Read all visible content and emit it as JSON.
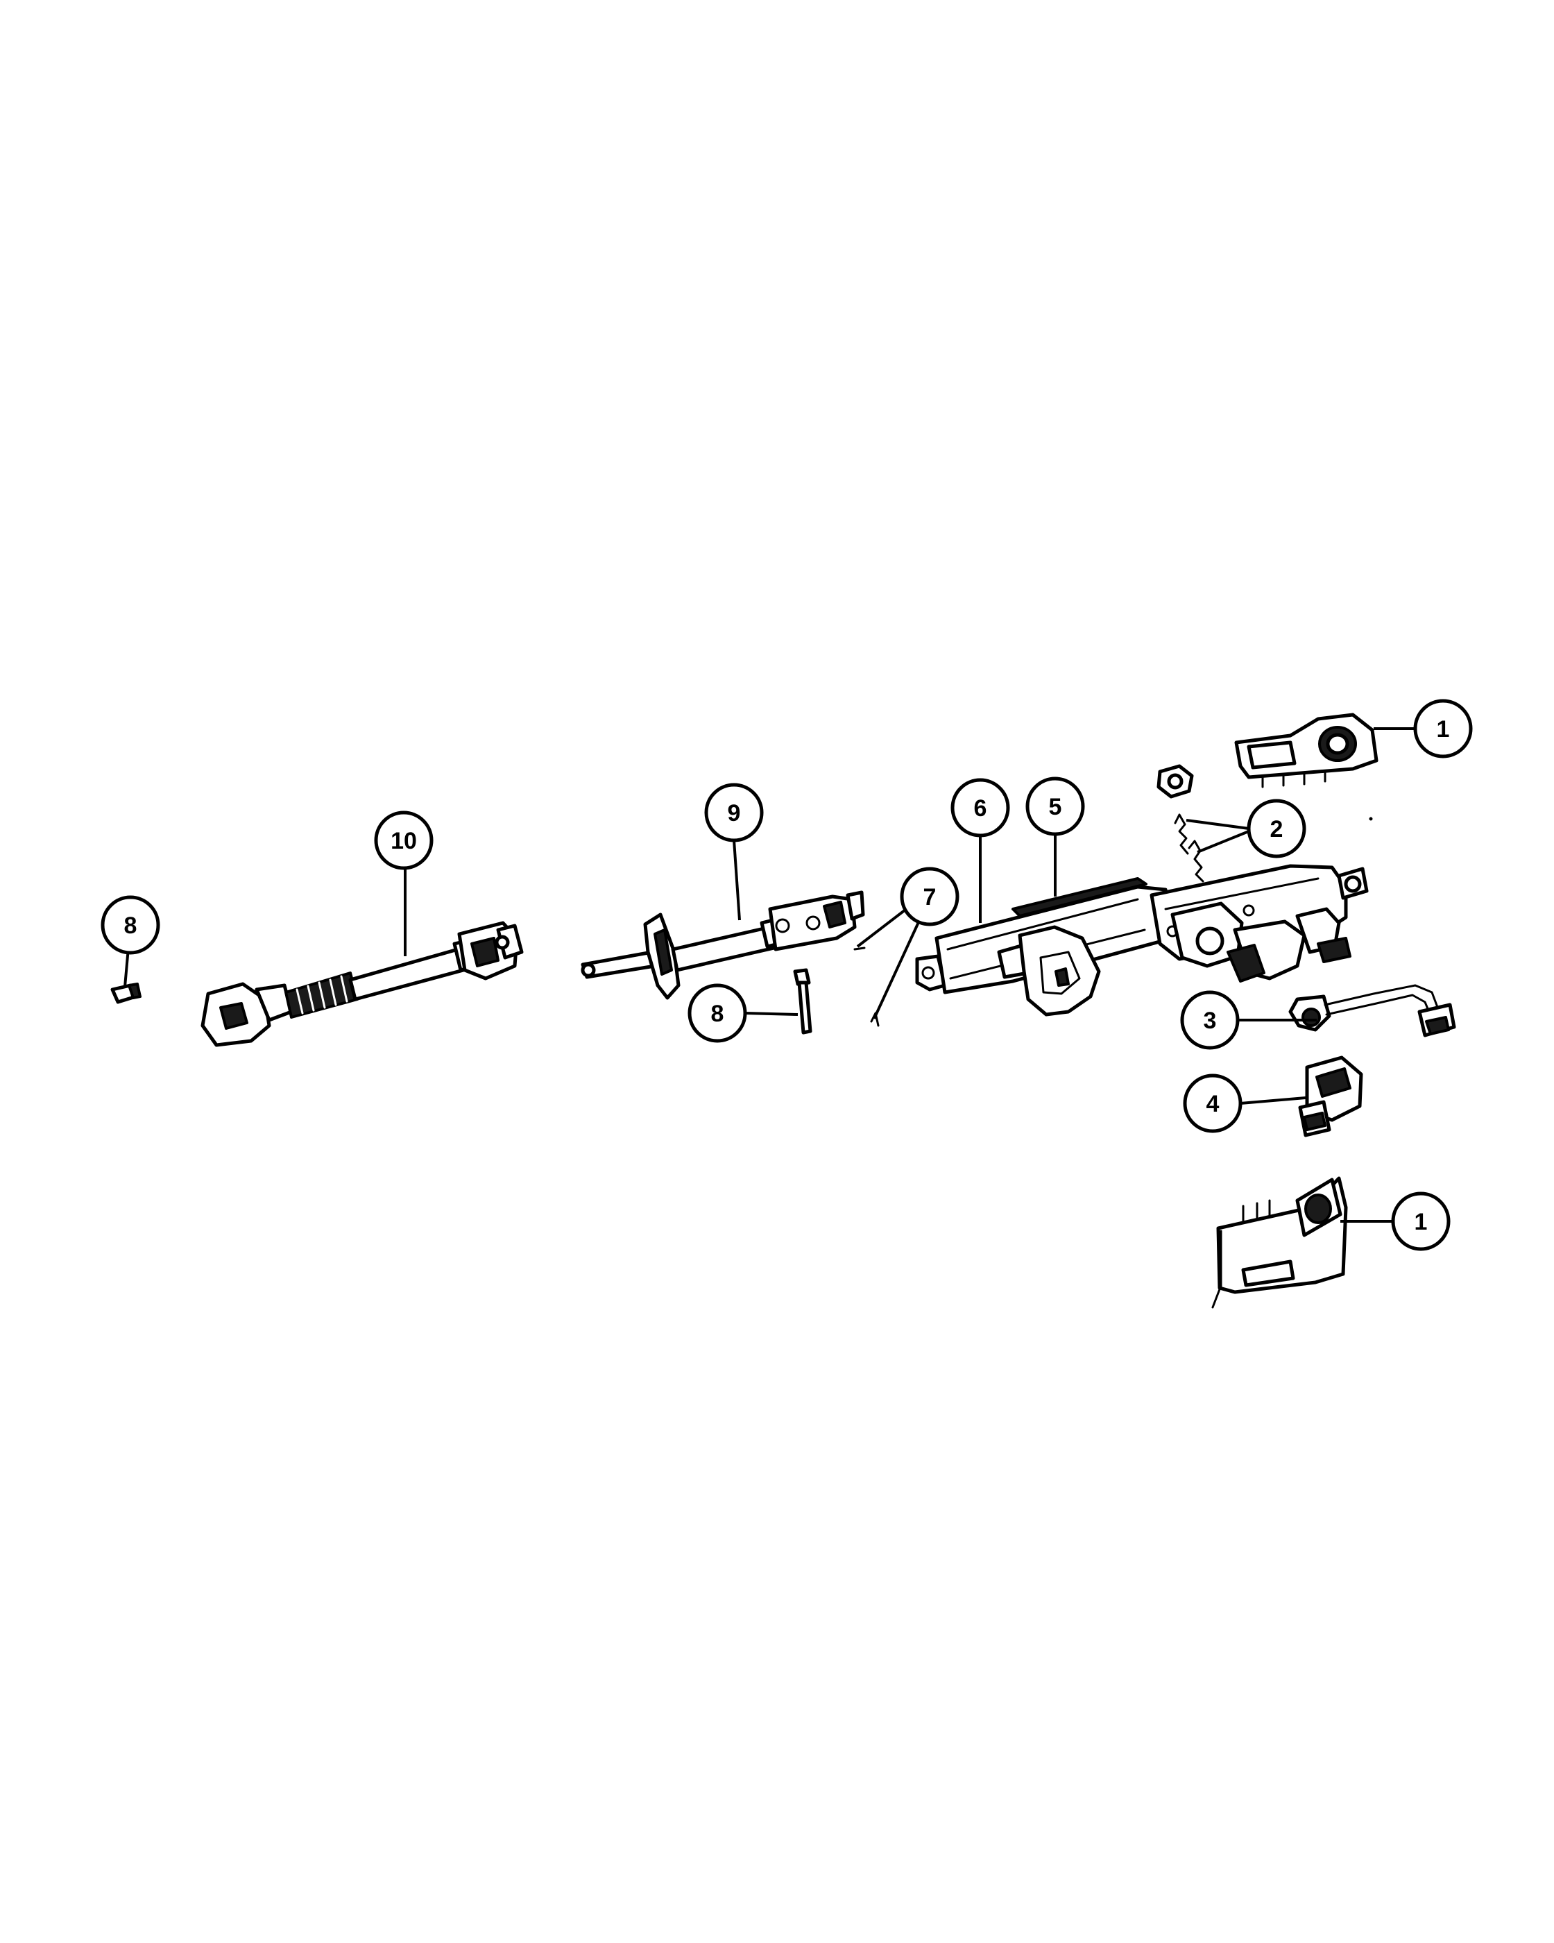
{
  "callouts": [
    {
      "id": "callout-1-top",
      "label": "1"
    },
    {
      "id": "callout-2",
      "label": "2"
    },
    {
      "id": "callout-3",
      "label": "3"
    },
    {
      "id": "callout-4",
      "label": "4"
    },
    {
      "id": "callout-5",
      "label": "5"
    },
    {
      "id": "callout-6",
      "label": "6"
    },
    {
      "id": "callout-7",
      "label": "7"
    },
    {
      "id": "callout-8-left",
      "label": "8"
    },
    {
      "id": "callout-8-mid",
      "label": "8"
    },
    {
      "id": "callout-9",
      "label": "9"
    },
    {
      "id": "callout-10",
      "label": "10"
    },
    {
      "id": "callout-1-bottom",
      "label": "1"
    }
  ]
}
